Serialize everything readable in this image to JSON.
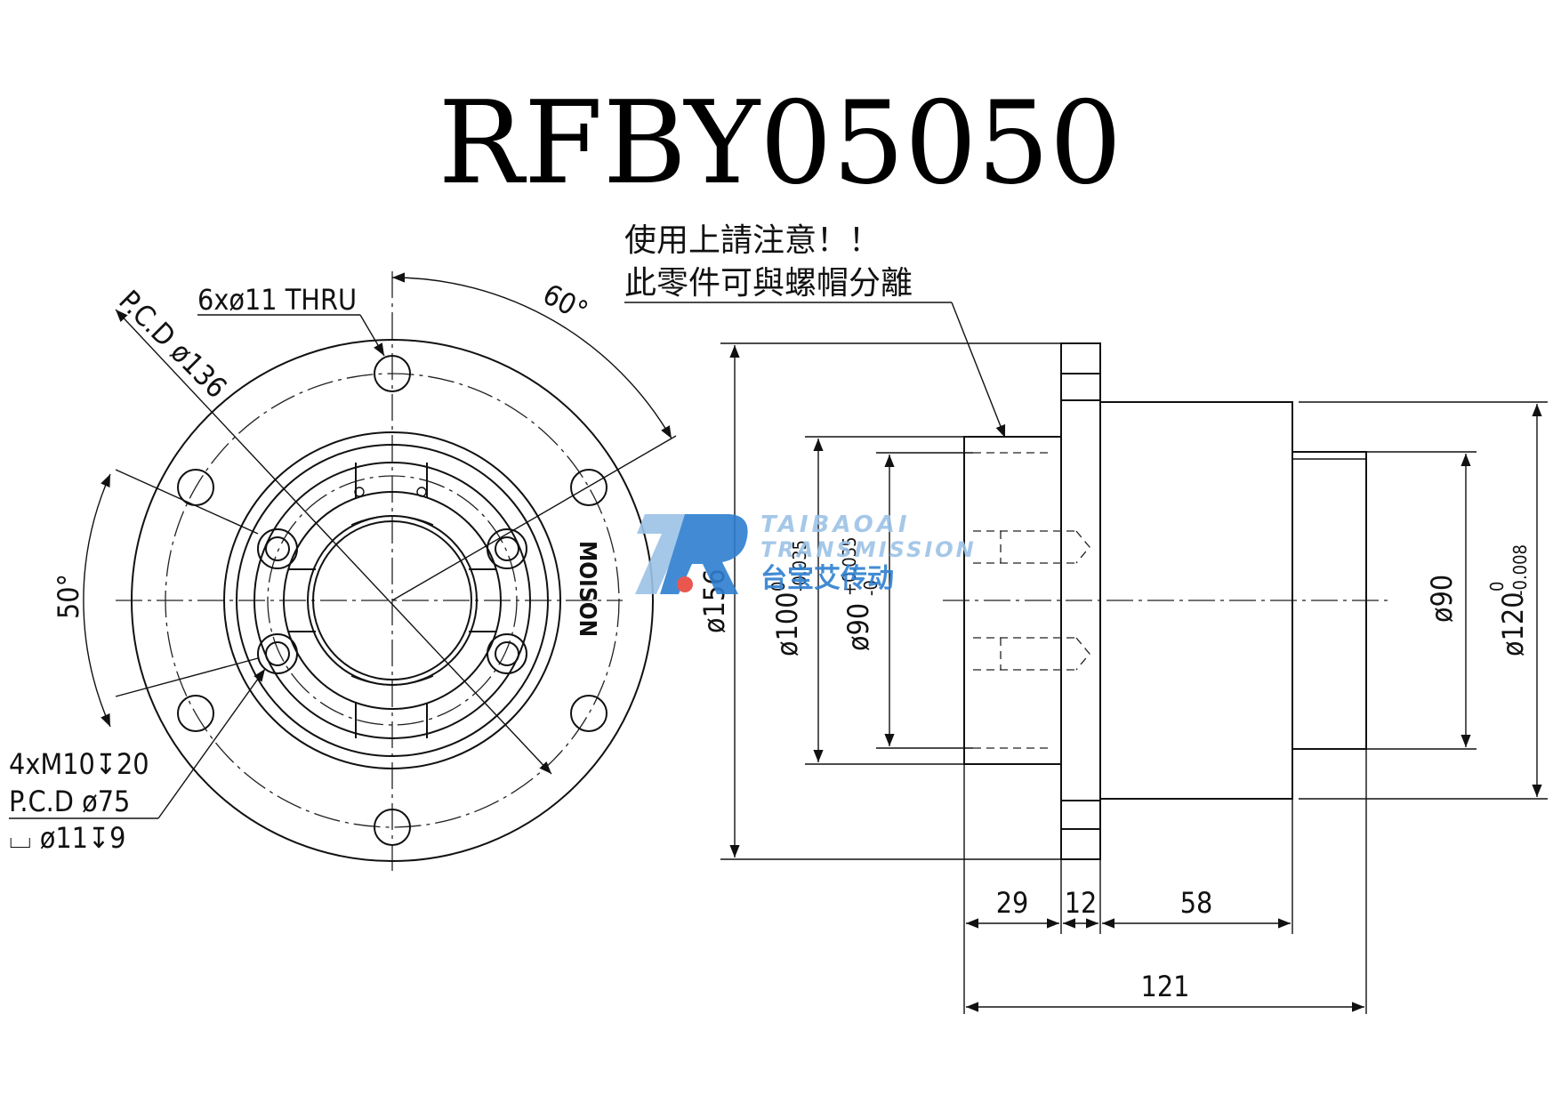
{
  "title": "RFBY05050",
  "note": {
    "line1": "使用上請注意！！",
    "line2": "此零件可與螺帽分離"
  },
  "front_view": {
    "holes_label": "6xø11 THRU",
    "pcd_outer_label": "P.C.D ø136",
    "angle_top": "60°",
    "angle_left": "50°",
    "tap_label": "4xM10↧20",
    "pcd_inner_label": "P.C.D ø75",
    "cbore_label": "⌴ ø11↧9",
    "brand_mark": "MOISON"
  },
  "side_view": {
    "dia_156": "ø156",
    "dia_100": "ø100",
    "dia_100_tol_upper": "0",
    "dia_100_tol_lower": "-0.035",
    "dia_90_left": "ø90",
    "dia_90_left_tol_upper": "+0.035",
    "dia_90_left_tol_lower": "-0",
    "dia_90_right": "ø90",
    "dia_120": "ø120",
    "dia_120_tol_upper": "0",
    "dia_120_tol_lower": "-0.008",
    "len_29": "29",
    "len_12": "12",
    "len_58": "58",
    "len_121": "121"
  },
  "watermark": {
    "line1": "TAIBAOAI",
    "line2": "TRANSMISSION",
    "line3": "台宝艾传动",
    "color_light": "#9cc3e6",
    "color_dark": "#2e7fd0",
    "color_accent": "#e8453c"
  }
}
